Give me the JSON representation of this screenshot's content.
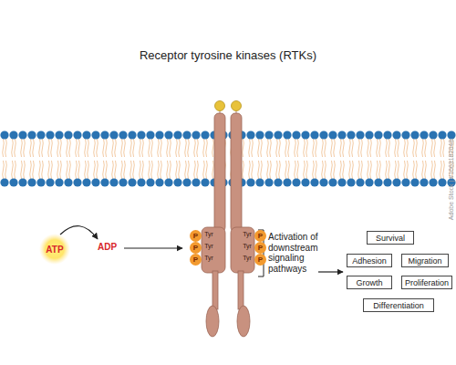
{
  "diagram": {
    "title": "Receptor tyrosine kinases (RTKs)",
    "nodes": [
      {
        "text": [
          "ATP"
        ]
      },
      {
        "text": [
          "P"
        ]
      },
      {
        "text": [
          "P"
        ]
      },
      {
        "text": [
          "P"
        ]
      },
      {
        "text": [
          "P"
        ]
      },
      {
        "text": [
          "P"
        ]
      },
      {
        "text": [
          "P"
        ]
      },
      {
        "text": [
          "Survival"
        ]
      },
      {
        "text": [
          "Adhesion"
        ]
      },
      {
        "text": [
          "Migration"
        ]
      },
      {
        "text": [
          "Growth"
        ]
      },
      {
        "text": [
          "Proliferation"
        ]
      },
      {
        "text": [
          "Differentiation"
        ]
      }
    ],
    "labels": [
      "ADP",
      "Tyr",
      "Tyr",
      "Tyr",
      "Tyr",
      "Tyr",
      "Tyr",
      "Activation of downstream signaling pathways",
      "Adobe Stock | #1663182048"
    ]
  }
}
